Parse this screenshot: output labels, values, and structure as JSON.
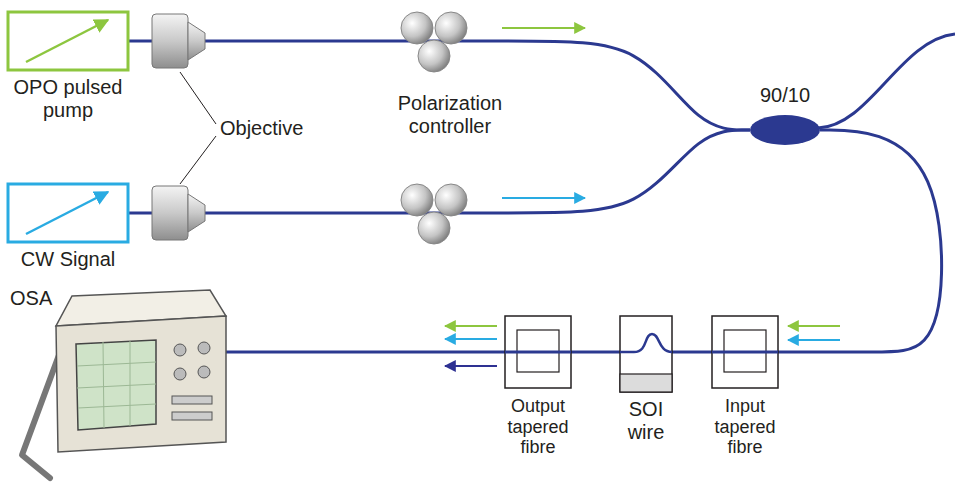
{
  "diagram": {
    "nodes": [
      {
        "text": [
          "OPO pulsed pump"
        ]
      },
      {
        "text": [
          "CW Signal"
        ]
      },
      {
        "text": [
          "90/10"
        ]
      },
      {
        "text": [
          "Input tapered fibre"
        ]
      },
      {
        "text": [
          "SOI wire"
        ]
      },
      {
        "text": [
          "Output tapered fibre"
        ]
      },
      {
        "text": [
          "OSA"
        ]
      }
    ],
    "edges": [
      {
        "from": 0,
        "to": 2,
        "arrow": "none"
      },
      {
        "from": 1,
        "to": 2,
        "arrow": "none"
      },
      {
        "from": 2,
        "to": 3,
        "arrow": "none"
      },
      {
        "from": 3,
        "to": 4,
        "arrow": "none"
      },
      {
        "from": 4,
        "to": 5,
        "arrow": "none"
      },
      {
        "from": 5,
        "to": 6,
        "arrow": "none"
      }
    ],
    "labels": [
      "Objective",
      "Polarization controller"
    ]
  }
}
